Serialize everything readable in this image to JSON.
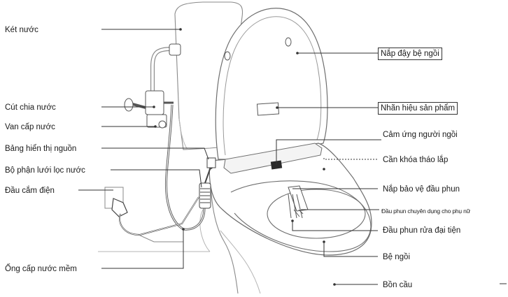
{
  "diagram": {
    "title": "",
    "labels_left": [
      "Két nước",
      "Cút chia nước",
      "Van cấp nước",
      "Bảng hiển thị nguồn",
      "Bộ phận lưới lọc nước",
      "Đầu cắm điện",
      "Ống cấp nước mềm"
    ],
    "labels_right": [
      "Nắp đậy bệ ngồi",
      "Nhãn hiệu sản phẩm",
      "Cảm ứng người ngồi",
      "Cần khóa tháo lắp",
      "Nắp bảo vệ đầu phun",
      "Đầu phun chuyên dụng cho phụ nữ",
      "Đầu phun rửa đại tiện",
      "Bệ ngồi",
      "Bồn cầu"
    ]
  },
  "colors": {
    "line": "#333333",
    "outline": "#8a8a8a",
    "light": "#b5b5b5",
    "background": "#ffffff"
  }
}
